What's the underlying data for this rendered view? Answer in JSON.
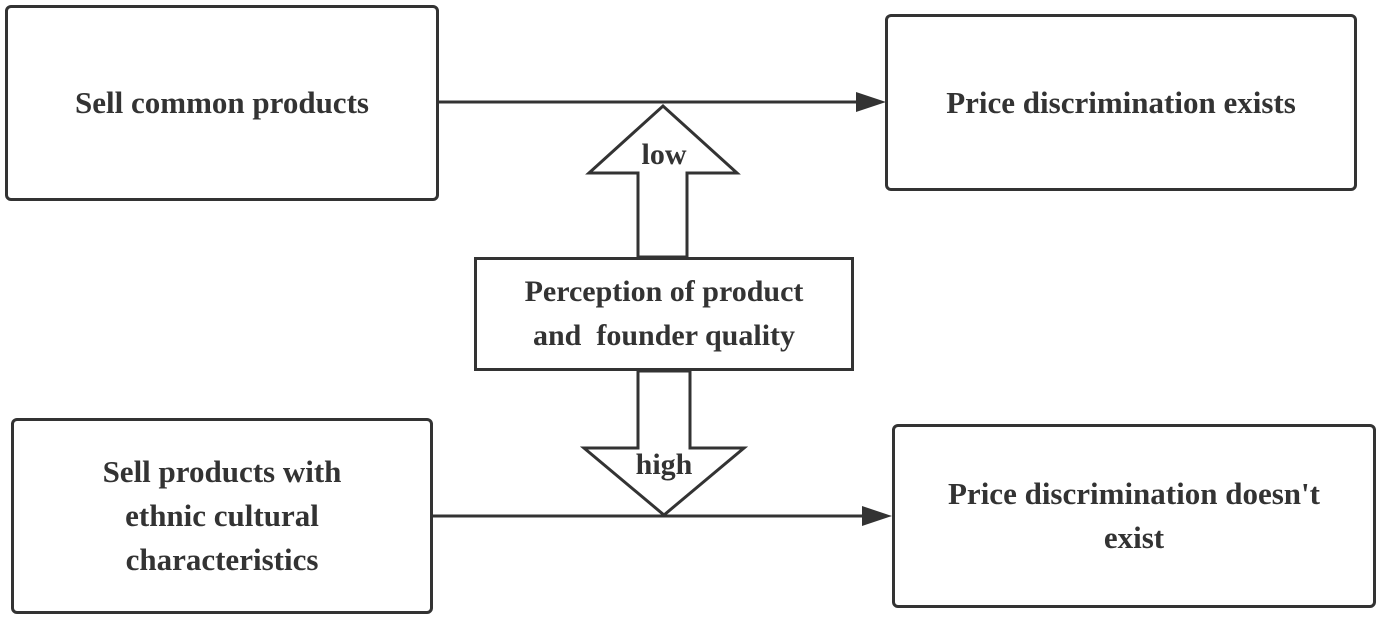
{
  "nodes": {
    "common_products": "Sell common products",
    "price_discrimination_exists": "Price discrimination exists",
    "perception_line1": "Perception of product",
    "perception_line2": "and  founder quality",
    "ethnic_line1": "Sell products with",
    "ethnic_line2": "ethnic cultural",
    "ethnic_line3": "characteristics",
    "no_discrimination_line1": "Price discrimination doesn't",
    "no_discrimination_line2": "exist"
  },
  "arrows": {
    "up_label": "low",
    "down_label": "high"
  },
  "colors": {
    "stroke": "#333333",
    "fill": "#ffffff"
  }
}
